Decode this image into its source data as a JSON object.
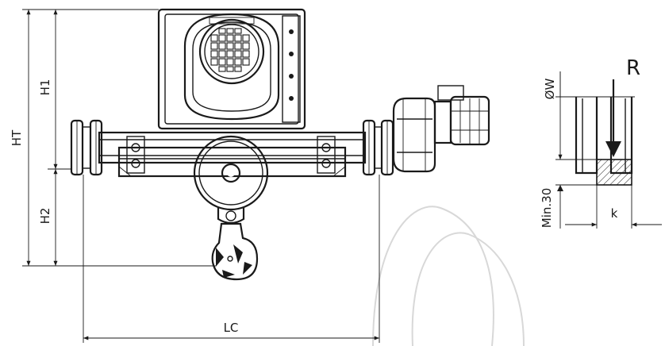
{
  "dimensions": {
    "ht": "HT",
    "h1": "H1",
    "h2": "H2",
    "lc": "LC",
    "diameter_w": "ØW",
    "min_30": "Min.30",
    "k": "k",
    "load": "R"
  }
}
